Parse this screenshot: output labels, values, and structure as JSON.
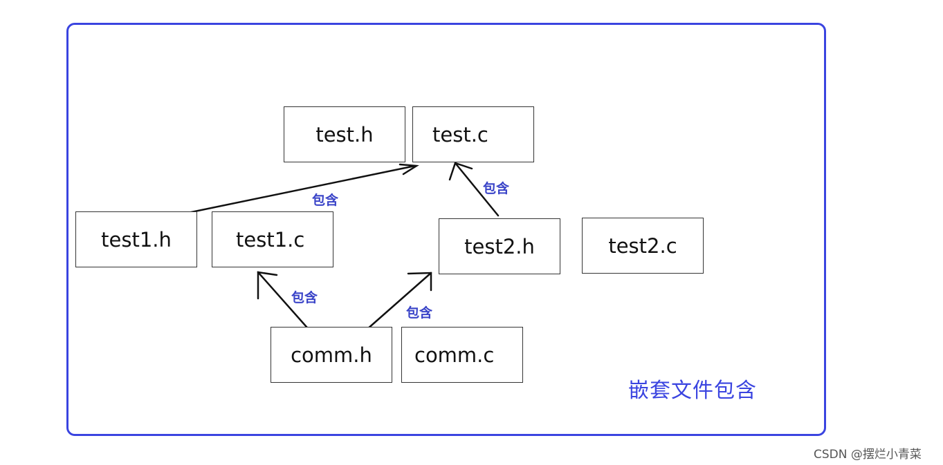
{
  "files": {
    "test_h": "test.h",
    "test_c": "test.c",
    "test1_h": "test1.h",
    "test1_c": "test1.c",
    "test2_h": "test2.h",
    "test2_c": "test2.c",
    "comm_h": "comm.h",
    "comm_c": "comm.c"
  },
  "relations": [
    {
      "from": "test1.h",
      "to": "test.c",
      "label": "包含"
    },
    {
      "from": "test2.h",
      "to": "test.c",
      "label": "包含"
    },
    {
      "from": "comm.h",
      "to": "test1.c",
      "label": "包含"
    },
    {
      "from": "comm.h",
      "to": "test2.h",
      "label": "包含"
    }
  ],
  "caption": "嵌套文件包含",
  "watermark": "CSDN @摆烂小青菜",
  "colors": {
    "frame": "#3a44e0",
    "label": "#3a44c8",
    "box_border": "#333333",
    "arrow": "#111111"
  }
}
